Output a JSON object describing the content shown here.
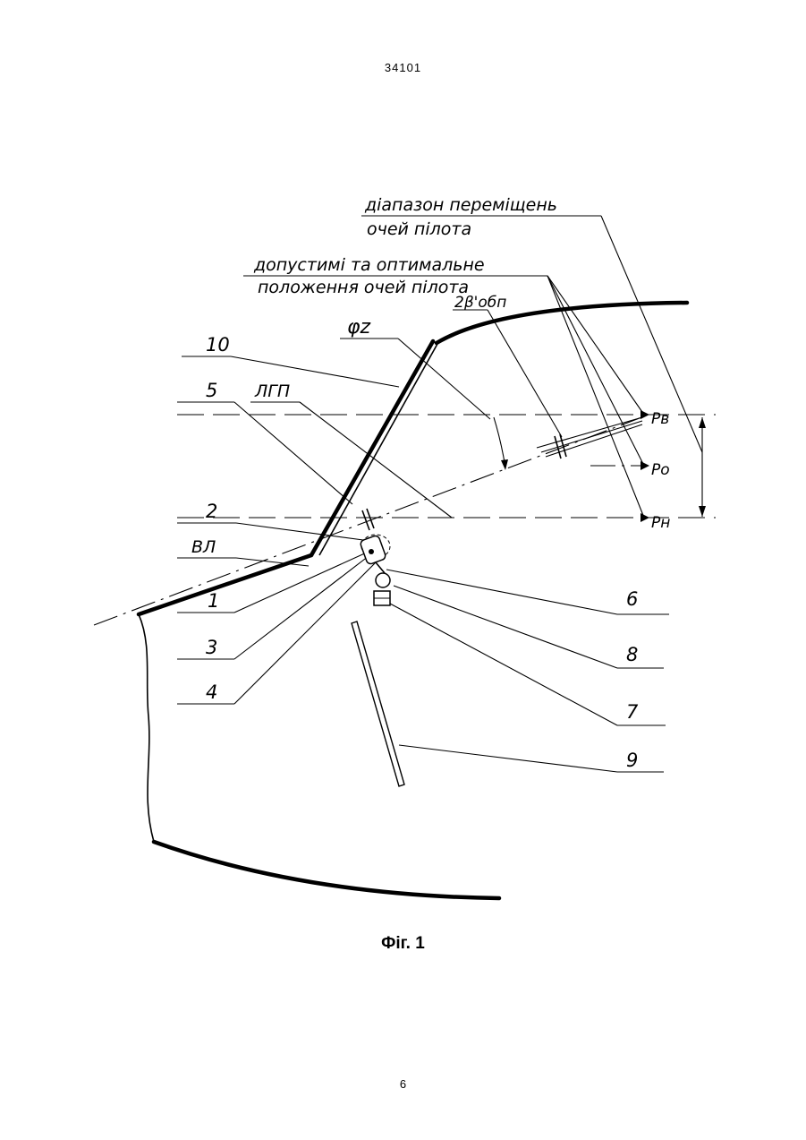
{
  "header": {
    "doc_number": "34101"
  },
  "footer": {
    "page_number": "6"
  },
  "figure": {
    "caption": "Фіг. 1"
  },
  "labels": {
    "range_line1": "діапазон переміщень",
    "range_line2": "очей пілота",
    "positions_line1": "допустимі та оптимальне",
    "positions_line2": "положення очей пілота",
    "beta": "2β'обп",
    "phi": "φz",
    "lgp": "ЛГП",
    "vl": "ВЛ",
    "pv": "Pв",
    "po": "Pо",
    "pn": "Pн",
    "n1": "1",
    "n2": "2",
    "n3": "3",
    "n4": "4",
    "n5": "5",
    "n6": "6",
    "n7": "7",
    "n8": "8",
    "n9": "9",
    "n10": "10"
  }
}
